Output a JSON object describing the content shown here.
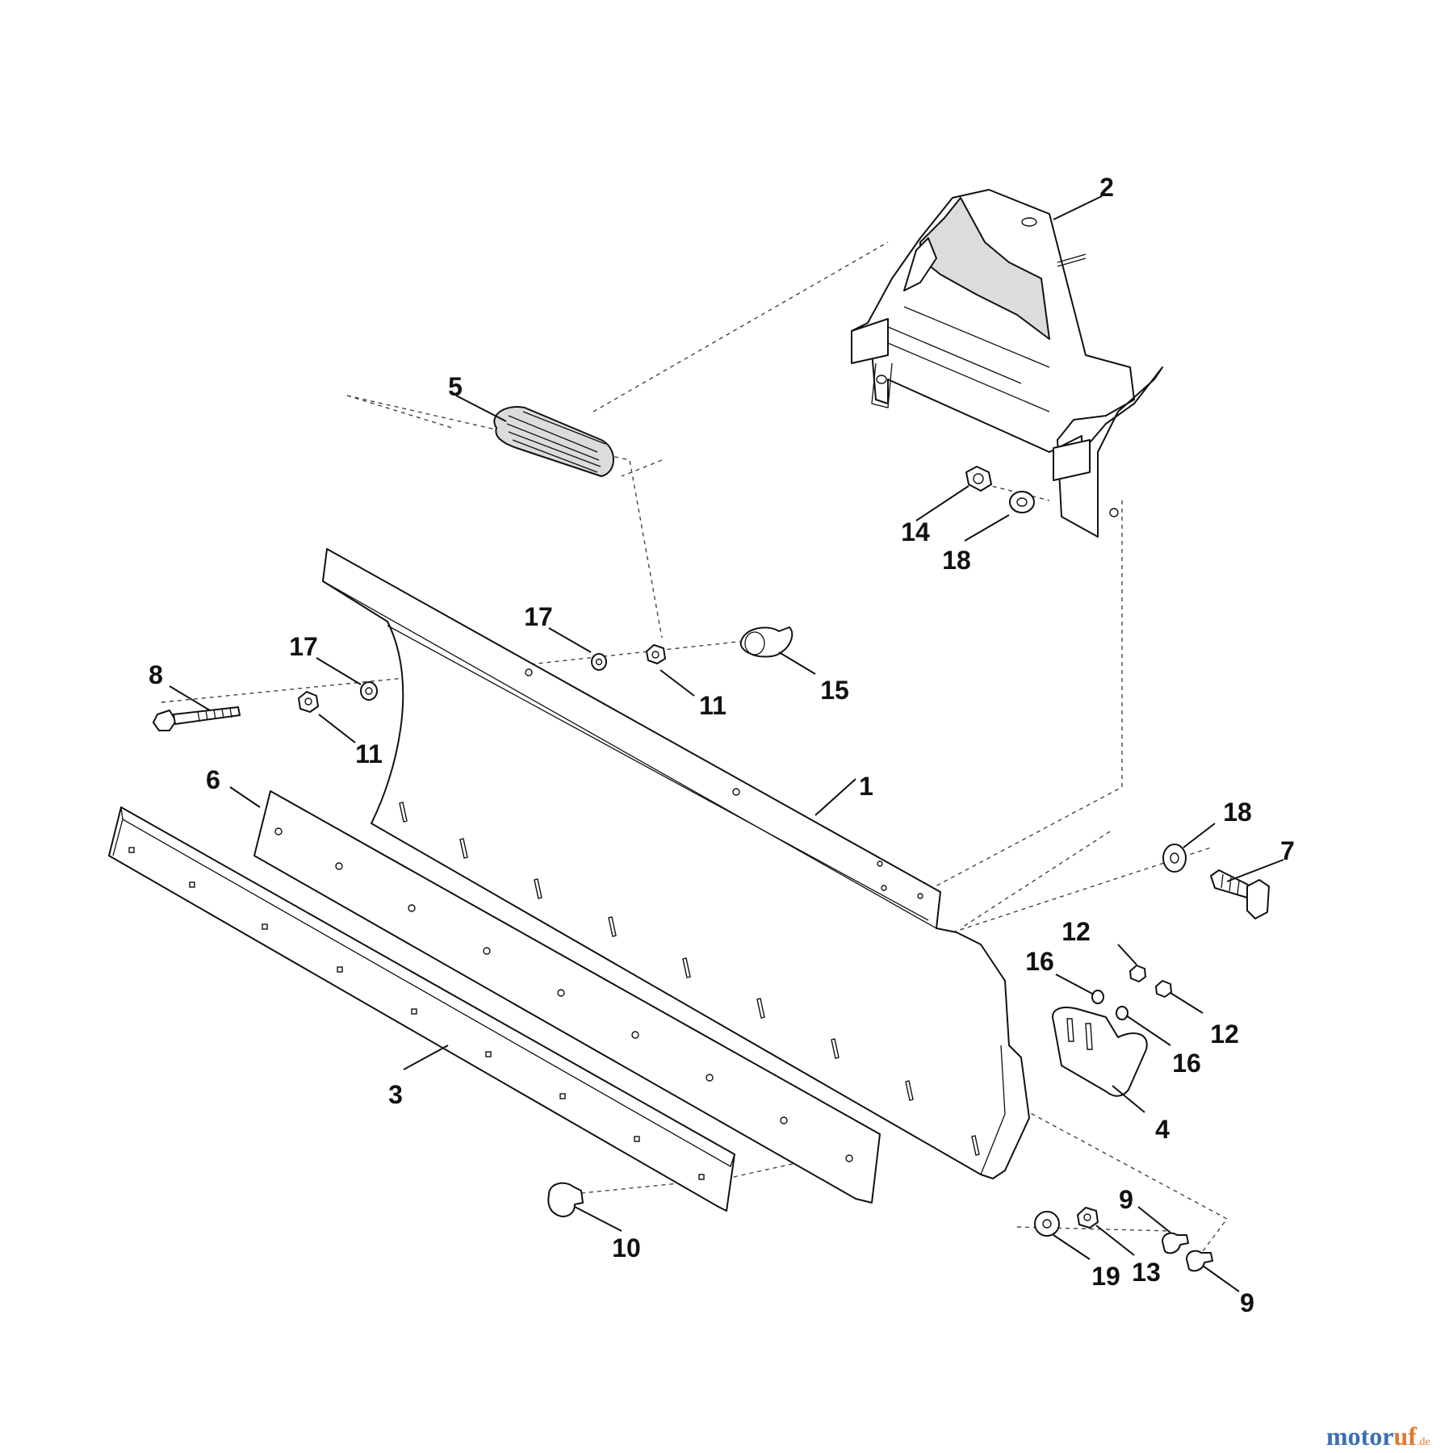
{
  "diagram": {
    "callouts": [
      {
        "id": "c1",
        "label": "1"
      },
      {
        "id": "c2",
        "label": "2"
      },
      {
        "id": "c3",
        "label": "3"
      },
      {
        "id": "c4",
        "label": "4"
      },
      {
        "id": "c5",
        "label": "5"
      },
      {
        "id": "c6",
        "label": "6"
      },
      {
        "id": "c7",
        "label": "7"
      },
      {
        "id": "c8",
        "label": "8"
      },
      {
        "id": "c9a",
        "label": "9"
      },
      {
        "id": "c9b",
        "label": "9"
      },
      {
        "id": "c10",
        "label": "10"
      },
      {
        "id": "c11a",
        "label": "11"
      },
      {
        "id": "c11b",
        "label": "11"
      },
      {
        "id": "c12a",
        "label": "12"
      },
      {
        "id": "c12b",
        "label": "12"
      },
      {
        "id": "c13",
        "label": "13"
      },
      {
        "id": "c14",
        "label": "14"
      },
      {
        "id": "c15",
        "label": "15"
      },
      {
        "id": "c16a",
        "label": "16"
      },
      {
        "id": "c16b",
        "label": "16"
      },
      {
        "id": "c17a",
        "label": "17"
      },
      {
        "id": "c17b",
        "label": "17"
      },
      {
        "id": "c18a",
        "label": "18"
      },
      {
        "id": "c18b",
        "label": "18"
      },
      {
        "id": "c19",
        "label": "19"
      }
    ]
  },
  "watermark": {
    "name_part1": "motor",
    "name_part2": "uf",
    "suffix": ".de"
  }
}
